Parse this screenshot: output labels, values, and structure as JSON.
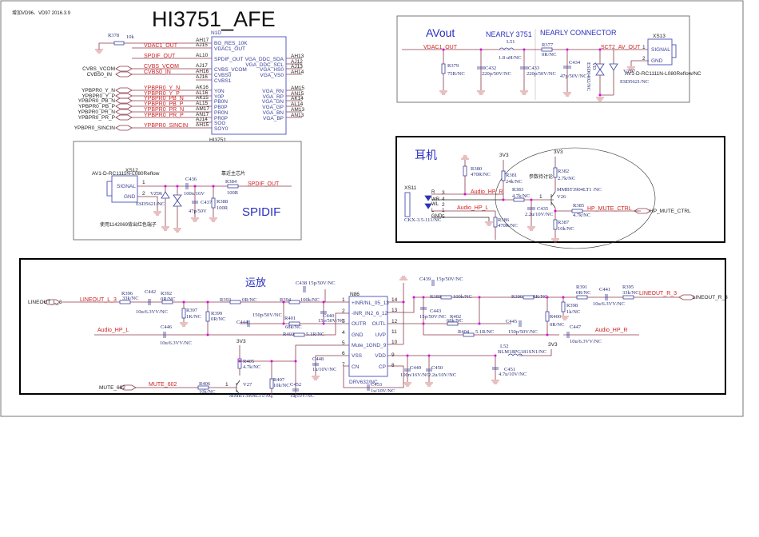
{
  "header": {
    "note": "增加VD96、VD97   2016.3.9",
    "title": "HI3751_AFE"
  },
  "afe": {
    "chip_ref": "N1D",
    "chip_name": "HI3751",
    "r378": "R378",
    "r378_val": "10k",
    "left_pins": [
      "BG_RES_10K",
      "VDAC1_OUT",
      "SPDIF_OUT",
      "CVBS_VCOM",
      "CVBS0",
      "CVBS1",
      "Y0N",
      "Y0P",
      "PB0N",
      "PB0P",
      "PR0N",
      "PR0P",
      "SOG",
      "SOY0"
    ],
    "left_balls": [
      "AH17",
      "AJ15",
      "AL10",
      "AJ17",
      "AH16",
      "AJ16",
      "AK16",
      "AL16",
      "AK15",
      "AL15",
      "AM17",
      "AN17",
      "AJ14",
      "AH15"
    ],
    "nets": [
      "VDAC1_OUT",
      "SPDIF_OUT",
      "CVBS_VCOM",
      "CVBS0_IN",
      "YPBPR0_Y_N",
      "YPBPR0_Y_P",
      "YPBPR0_PB_N",
      "YPBPR0_PB_P",
      "YPBPR0_PR_N",
      "YPBPR0_PR_P",
      "YPBPR0_SINCIN"
    ],
    "ports": [
      "CVBS_VCOM",
      "CVBS0_IN",
      "YPBPR0_Y_N",
      "YPBPR0_Y_P",
      "YPBPR0_PB_N",
      "YPBPR0_PB_P",
      "YPBPR0_PR_N",
      "YPBPR0_PR_P",
      "YPBPR0_SINCIN"
    ],
    "right_pins": [
      "VGA_DDC_SDA",
      "VGA_DDC_SCL",
      "VGA_HS0",
      "VGA_VS0",
      "VGA_RN",
      "VGA_RP",
      "VGA_GN",
      "VGA_GP",
      "VGA_BN",
      "VGA_BP"
    ],
    "right_balls": [
      "AH13",
      "AJ12",
      "AJ13",
      "AH14",
      "AM15",
      "AN15",
      "AK14",
      "AL14",
      "AM13",
      "AN13"
    ]
  },
  "avout": {
    "title": "AVout",
    "near3751": "NEARLY 3751",
    "nearconn": "NEARLY CONNECTOR",
    "net_in": "VDAC1_OUT",
    "net_out": "SCT2_AV_OUT",
    "l51": "L51",
    "l51_val": "1.8 uH/NC",
    "r379": "R379",
    "r379_val": "75R/NC",
    "c432": "C432",
    "c432_val": "220p/50V/NC",
    "c433": "C433",
    "c433_val": "220p/50V/NC",
    "r377": "R377",
    "r377_val": "0R/NC",
    "c434": "C434",
    "c434_val": "47p/50V/NC",
    "vd": "VD",
    "esd0402": "ESD0402/NC",
    "vz97": "VZ97",
    "esd5621": "ESD5621/NC",
    "xs13": "XS13",
    "pin1": "1",
    "pin2": "2",
    "signal": "SIGNAL",
    "gnd": "GND",
    "conn_part": "AV1-D-RC1111N-L080Reflow/NC"
  },
  "spdif": {
    "xs12": "XS12",
    "conn_part": "AV1-D-RC1111N-L080Reflow",
    "signal": "SIGNAL",
    "gnd": "GND",
    "pin1": "1",
    "pin2": "2",
    "vz96": "VZ96",
    "esd5621": "ESD5621/NC",
    "c436": "C436",
    "c436_val": "100n/16V",
    "c437": "C437",
    "c437_val": "47p/50V",
    "r384": "R384",
    "r384_val": "100R",
    "near_chip": "靠近主芯片",
    "net_out": "SPDIF_OUT",
    "r388": "R388",
    "r388_val": "100R",
    "title": "SPIDIF",
    "note": "使用1142069背出红色端子"
  },
  "headphone": {
    "title": "耳机",
    "r380": "R380",
    "r380_val": "470R/NC",
    "xs11": "XS11",
    "xs11_val": "CKX-3.5-111/NC",
    "pins": [
      "3",
      "4",
      "2",
      "1",
      "5"
    ],
    "pin_names": [
      "R",
      "WR",
      "WL",
      "L",
      "GND"
    ],
    "r381": "R381",
    "r381_val": "24k/NC",
    "v3a": "3V3",
    "v3b": "3V3",
    "r382": "R382",
    "r382_val": "2.7k/NC",
    "note": "参数待讨论",
    "r383": "R383",
    "r383_val": "4.7k/NC",
    "q": "MMBT3904LT1 /NC",
    "q_ref": "V26",
    "q_pin": "1",
    "c435": "C435",
    "c435_val": "2.2u/10V/NC",
    "r385": "R385",
    "r385_val": "4.7k/NC",
    "net_mute": "HP_MUTE_CTRL",
    "port_mute": "HP_MUTE_CTRL",
    "r386": "R386",
    "r386_val": "470R/NC",
    "r387": "R387",
    "r387_val": "10k/NC",
    "net_r": "Audio_HP_R",
    "net_l": "Audio_HP_L"
  },
  "opamp": {
    "title": "运放",
    "chip_ref": "N86",
    "chip_name": "DRV632/NC",
    "left_pins": [
      "+INR/NL_05_13",
      "-INR_IN2_6_12",
      "OUTR",
      "GND",
      "Mute_1GND_9",
      "VSS",
      "CN"
    ],
    "right_pins": [
      "OUTL",
      "UVP",
      "VDD",
      "CP"
    ],
    "left_nums": [
      "1",
      "2",
      "3",
      "4",
      "5",
      "6",
      "7"
    ],
    "right_nums": [
      "14",
      "13",
      "12",
      "11",
      "10",
      "9",
      "8"
    ],
    "lineout_l_port": "LINEOUT_L_3",
    "lineout_l_net": "LINEOUT_L_3",
    "lineout_r_port": "LINEOUT_R_3",
    "lineout_r_net": "LINEOUT_R_3",
    "audio_hp_l": "Audio_HP_L",
    "audio_hp_r": "Audio_HP_R",
    "mute_port": "MUTE_602",
    "mute_net": "MUTE_602",
    "v3a": "3V3",
    "v3b": "3V3",
    "parts": [
      [
        "R396",
        "33k/NC"
      ],
      [
        "C442",
        "10u/6.3VV/NC"
      ],
      [
        "R392",
        "0R/NC"
      ],
      [
        "R397",
        "1K/NC"
      ],
      [
        "R399",
        "0R/NC"
      ],
      [
        "R393",
        "0R/NC"
      ],
      [
        "R394",
        "100k/NC"
      ],
      [
        "C438",
        "15p/50V/NC"
      ],
      [
        "C444",
        "150p/50V/NC"
      ],
      [
        "R401",
        "68k/NC"
      ],
      [
        "C440",
        "15p/50V/NC"
      ],
      [
        "C446",
        "10u/6.3VV/NC"
      ],
      [
        "R403",
        "5.1R/NC"
      ],
      [
        "R405",
        "4.7k/NC"
      ],
      [
        "R406",
        "10k/NC"
      ],
      [
        "V27",
        "MMBT3904LT1/NC"
      ],
      [
        "R407",
        "10k/NC"
      ],
      [
        "C452",
        "1u/10V/NC"
      ],
      [
        "C448",
        "1u/10V/NC"
      ],
      [
        "C439",
        "15p/50V/NC"
      ],
      [
        "R389",
        "100k/NC"
      ],
      [
        "C443",
        "15p/50V/NC"
      ],
      [
        "R402",
        "68k/NC"
      ],
      [
        "C445",
        "150p/50V/NC"
      ],
      [
        "R404",
        "5.1R/NC"
      ],
      [
        "R390",
        "0R/NC"
      ],
      [
        "R391",
        "0R/NC"
      ],
      [
        "C441",
        "10u/6.3VV/NC"
      ],
      [
        "R395",
        "33k/NC"
      ],
      [
        "R398",
        "1k/NC"
      ],
      [
        "R400",
        "0R/NC"
      ],
      [
        "C447",
        "10u/6.3VV/NC"
      ],
      [
        "L52",
        "BLM18PG181SN1/NC"
      ],
      [
        "C449",
        "100n/16V/NC"
      ],
      [
        "C450",
        "2.2u/10V/NC"
      ],
      [
        "C451",
        "4.7u/10V/NC"
      ],
      [
        "C453",
        "1u/10V/NC"
      ]
    ],
    "q_pin": "1"
  }
}
